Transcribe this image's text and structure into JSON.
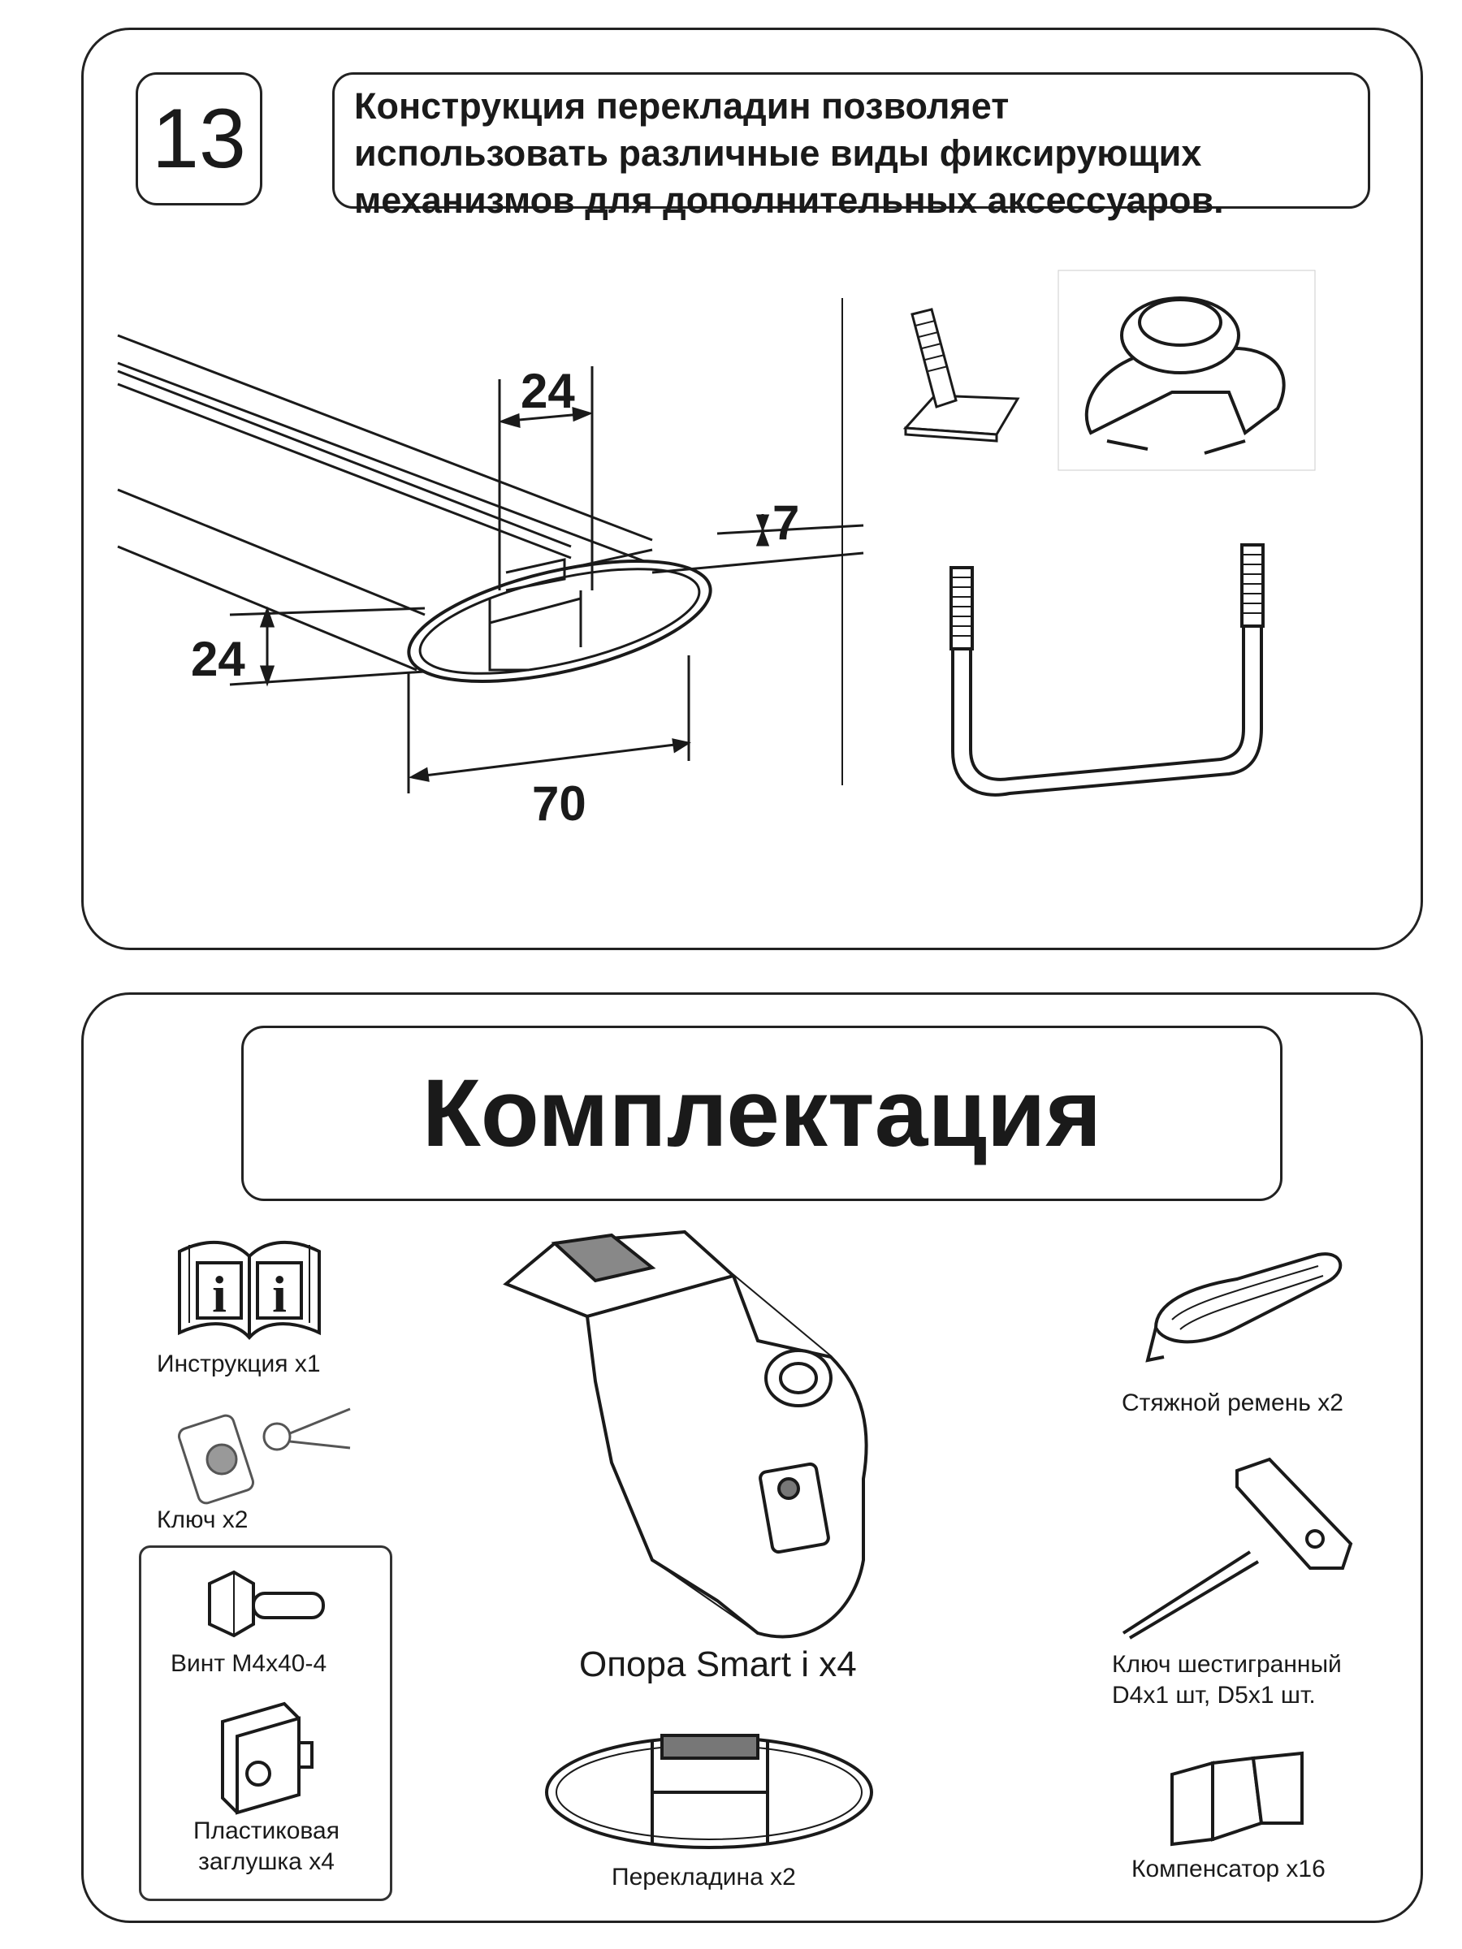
{
  "step": {
    "number": "13",
    "note_lines": [
      "Конструкция  перекладин позволяет",
      "использовать различные виды фиксирующих",
      "механизмов для дополнительных аксессуаров."
    ]
  },
  "profile_dimensions": {
    "slot_width": "24",
    "slot_depth": "7",
    "height": "24",
    "width": "70"
  },
  "kit": {
    "title": "Комплектация",
    "items": {
      "instruction": "Инструкция х1",
      "key": "Ключ х2",
      "screw": "Винт М4х40-4",
      "plug_line1": "Пластиковая",
      "plug_line2": "заглушка х4",
      "support": "Опора Smart i x4",
      "crossbar": "Перекладина х2",
      "strap": "Стяжной ремень х2",
      "hex_key_line1": "Ключ шестигранный",
      "hex_key_line2": "D4x1 шт, D5х1 шт.",
      "compensator": "Компенсатор х16"
    }
  }
}
